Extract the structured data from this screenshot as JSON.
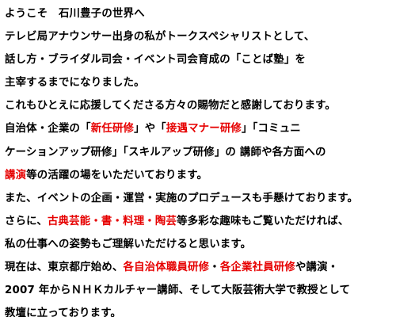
{
  "colors": {
    "text": "#000000",
    "highlight": "#e60000",
    "background": "#ffffff"
  },
  "lines": [
    [
      {
        "text": "ようこそ　石川豊子の世界へ",
        "highlight": false
      }
    ],
    [
      {
        "text": "テレビ局アナウンサー出身の私がトークスペシャリストとして、",
        "highlight": false
      }
    ],
    [
      {
        "text": "話し方・ブライダル司会・イベント司会育成の「ことば塾」を",
        "highlight": false
      }
    ],
    [
      {
        "text": "主宰するまでになりました。",
        "highlight": false
      }
    ],
    [
      {
        "text": "これもひとえに応援してくださる方々の賜物だと感謝しております。",
        "highlight": false
      }
    ],
    [
      {
        "text": "自治体・企業の「",
        "highlight": false
      },
      {
        "text": "新任研修",
        "highlight": true
      },
      {
        "text": "」や「",
        "highlight": false
      },
      {
        "text": "接遇マナー研修",
        "highlight": true
      },
      {
        "text": "」「コミュニ",
        "highlight": false
      }
    ],
    [
      {
        "text": "ケーションアップ研修」「スキルアップ研修」の 講師や各方面への",
        "highlight": false
      }
    ],
    [
      {
        "text": "講演",
        "highlight": true
      },
      {
        "text": "等の活躍の場をいただいております。",
        "highlight": false
      }
    ],
    [
      {
        "text": "また、イベントの企画・運営・実施のプロデュースも手懸けております。",
        "highlight": false
      }
    ],
    [
      {
        "text": "さらに、",
        "highlight": false
      },
      {
        "text": "古典芸能・書・料理・陶芸",
        "highlight": true
      },
      {
        "text": "等多彩な趣味もご覧いただければ、",
        "highlight": false
      }
    ],
    [
      {
        "text": "私の仕事への姿勢もご理解いただけると思います。",
        "highlight": false
      }
    ],
    [
      {
        "text": "現在は、東京都庁始め、",
        "highlight": false
      },
      {
        "text": "各自治体職員研修",
        "highlight": true
      },
      {
        "text": "・",
        "highlight": false
      },
      {
        "text": "各企業社員研修",
        "highlight": true
      },
      {
        "text": "や講演・",
        "highlight": false
      }
    ],
    [
      {
        "text": "2007 年からＮＨＫカルチャー講師、そして大阪芸術大学で教授として",
        "highlight": false
      }
    ],
    [
      {
        "text": "教壇に立っております。",
        "highlight": false
      }
    ]
  ]
}
